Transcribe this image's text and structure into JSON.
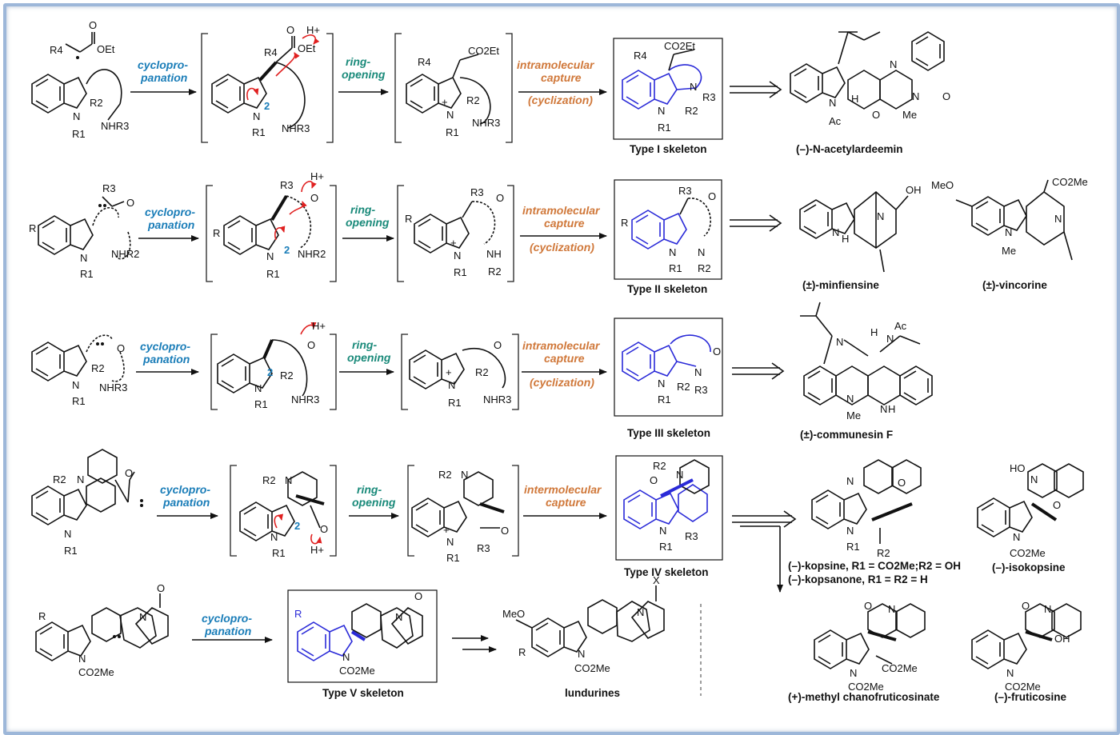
{
  "rows": [
    {
      "start_labels": [
        "R4",
        "O",
        "OEt",
        "R2",
        "N",
        "R1",
        "NHR3"
      ],
      "step1": [
        "cyclopro-",
        "panation"
      ],
      "intermediate1_labels": [
        "R4",
        "O",
        "OEt",
        "H+",
        "2",
        "N",
        "R1",
        "NHR3"
      ],
      "step2": [
        "ring-",
        "opening"
      ],
      "intermediate2_labels": [
        "R4",
        "CO2Et",
        "+",
        "N",
        "R1",
        "R2",
        "NHR3"
      ],
      "step3": [
        "intramolecular",
        "capture",
        "(cyclization)"
      ],
      "skeleton_labels": [
        "R4",
        "CO2Et",
        "N",
        "R3",
        "N",
        "R1",
        "R2"
      ],
      "skeleton_caption": "Type I skeleton",
      "products": [
        {
          "name": "(–)-N-acetylardeemin",
          "labels": [
            "N",
            "N",
            "N",
            "O",
            "Ac",
            "H",
            "O",
            "Me"
          ]
        }
      ]
    },
    {
      "start_labels": [
        "R3",
        "O",
        "R",
        "N",
        "R1",
        "NHR2"
      ],
      "step1": [
        "cyclopro-",
        "panation"
      ],
      "intermediate1_labels": [
        "R3",
        "H+",
        "O",
        "R",
        "2",
        "N",
        "R1",
        "NHR2"
      ],
      "step2": [
        "ring-",
        "opening"
      ],
      "intermediate2_labels": [
        "R3",
        "O",
        "R",
        "+",
        "N",
        "R1",
        "NH",
        "R2"
      ],
      "step3": [
        "intramolecular",
        "capture",
        "(cyclization)"
      ],
      "skeleton_labels": [
        "R3",
        "O",
        "R",
        "N",
        "R1",
        "N",
        "R2"
      ],
      "skeleton_caption": "Type II skeleton",
      "products": [
        {
          "name": "(±)-minfiensine",
          "labels": [
            "OH",
            "N",
            "N",
            "H"
          ]
        },
        {
          "name": "(±)-vincorine",
          "labels": [
            "MeO",
            "CO2Me",
            "N",
            "N",
            "Me"
          ]
        }
      ]
    },
    {
      "start_labels": [
        "O",
        "R2",
        "N",
        "R1",
        "NHR3"
      ],
      "step1": [
        "cyclopro-",
        "panation"
      ],
      "intermediate1_labels": [
        "H+",
        "O",
        "2",
        "R2",
        "N",
        "R1",
        "NHR3"
      ],
      "step2": [
        "ring-",
        "opening"
      ],
      "intermediate2_labels": [
        "O",
        "+",
        "N",
        "R1",
        "R2",
        "NHR3"
      ],
      "step3": [
        "intramolecular",
        "capture",
        "(cyclization)"
      ],
      "skeleton_labels": [
        "O",
        "N",
        "R1",
        "R2",
        "N",
        "R3"
      ],
      "skeleton_caption": "Type III skeleton",
      "products": [
        {
          "name": "(±)-communesin F",
          "labels": [
            "N",
            "H",
            "Ac",
            "N",
            "N",
            "Me",
            "N",
            "H"
          ]
        }
      ]
    },
    {
      "start_labels": [
        "R2",
        "N",
        "O",
        "N",
        "R1"
      ],
      "step1": [
        "cyclopro-",
        "panation"
      ],
      "intermediate1_labels": [
        "R2",
        "N",
        "N",
        "R1",
        "2",
        "O",
        "H+"
      ],
      "step2": [
        "ring-",
        "opening"
      ],
      "intermediate2_labels": [
        "R2",
        "N",
        "+",
        "N",
        "R1",
        "R3",
        "O"
      ],
      "step3": [
        "intermolecular",
        "capture"
      ],
      "skeleton_labels": [
        "R2",
        "N",
        "O",
        "N",
        "R1",
        "R3"
      ],
      "skeleton_caption": "Type IV skeleton",
      "products": [
        {
          "name": "(–)-kopsine, R1 = CO2Me;R2 = OH",
          "labels": [
            "N",
            "O",
            "N",
            "R1",
            "R2"
          ]
        },
        {
          "name": "(–)-kopsanone, R1 = R2 = H",
          "labels": []
        },
        {
          "name": "(–)-isokopsine",
          "labels": [
            "HO",
            "N",
            "O",
            "N",
            "CO2Me"
          ]
        },
        {
          "name": "(+)-methyl chanofruticosinate",
          "labels": [
            "O",
            "N",
            "N",
            "CO2Me",
            "CO2Me"
          ]
        },
        {
          "name": "(–)-fruticosine",
          "labels": [
            "O",
            "N",
            "OH",
            "N",
            "CO2Me"
          ]
        }
      ]
    },
    {
      "start_labels": [
        "R",
        "N",
        "O",
        "N",
        "CO2Me"
      ],
      "step1": [
        "cyclopro-",
        "panation"
      ],
      "skeleton_labels": [
        "R",
        "N",
        "O",
        "N",
        "CO2Me"
      ],
      "skeleton_caption": "Type V skeleton",
      "products": [
        {
          "name": "lundurines",
          "labels": [
            "MeO",
            "R",
            "X",
            "N",
            "N",
            "CO2Me"
          ]
        }
      ]
    }
  ]
}
